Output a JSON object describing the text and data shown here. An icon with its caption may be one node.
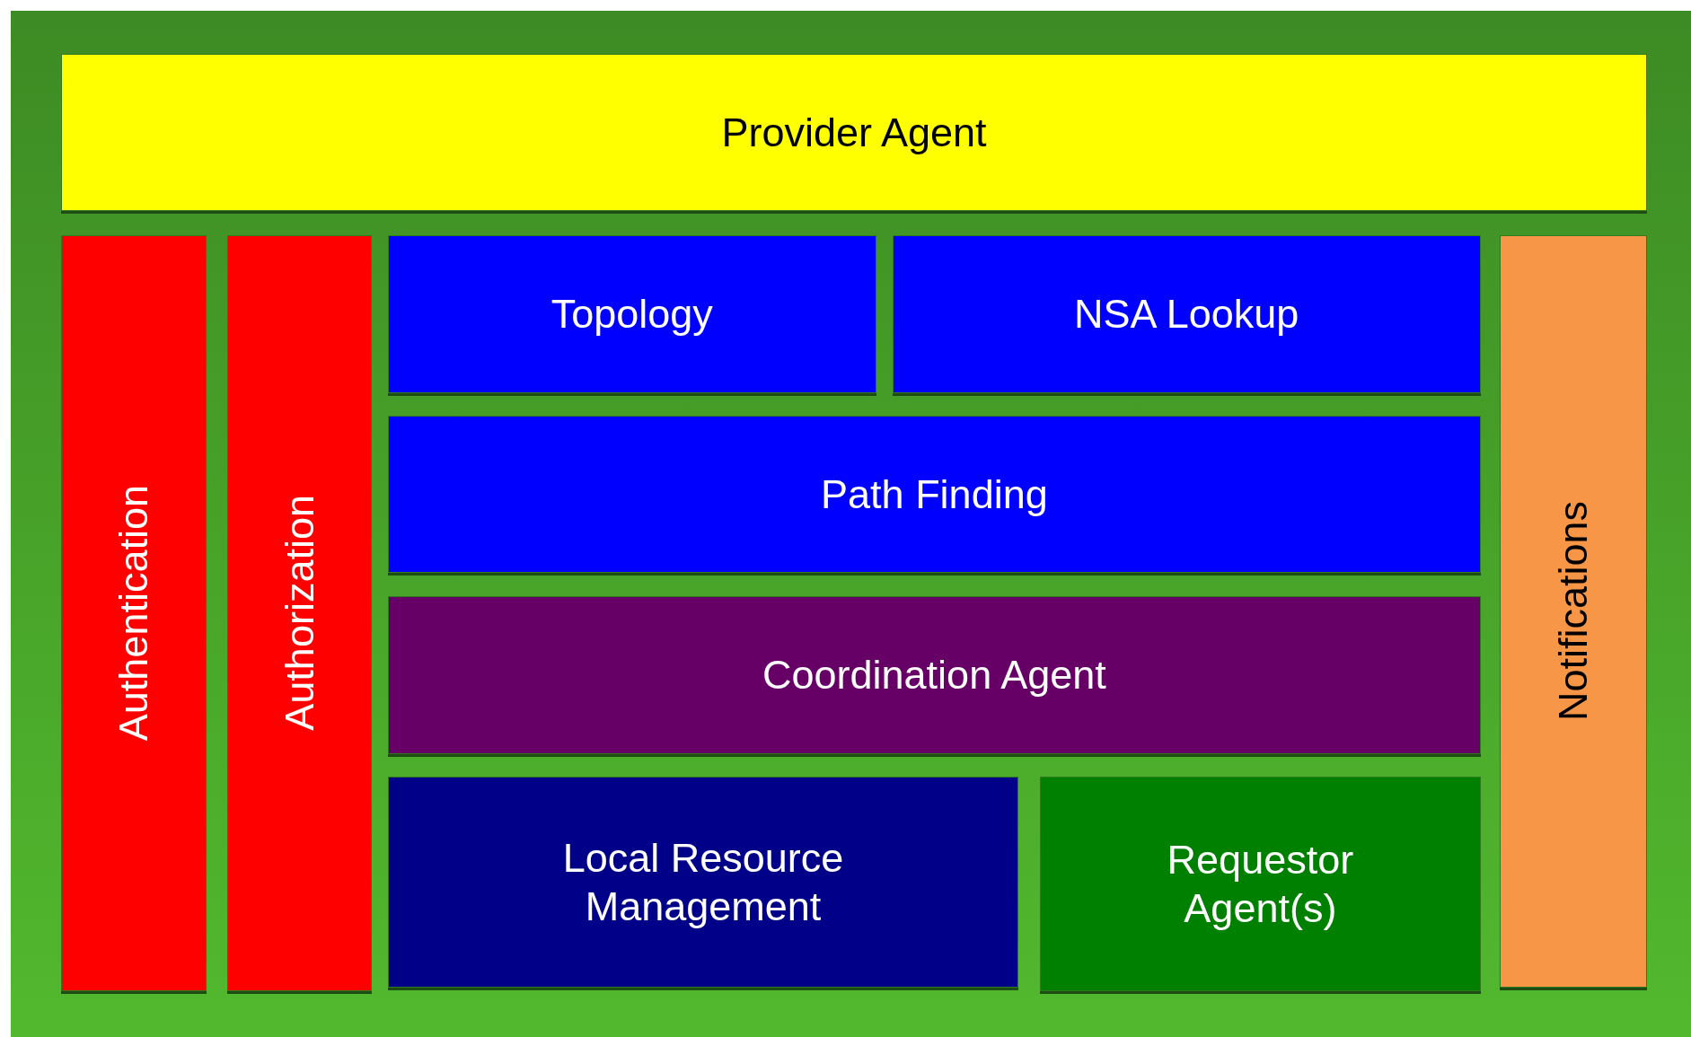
{
  "diagram": {
    "nodes": [
      {
        "text": [
          "Provider Agent"
        ]
      },
      {
        "text": [
          "Authentication"
        ]
      },
      {
        "text": [
          "Authorization"
        ]
      },
      {
        "text": [
          "Topology"
        ]
      },
      {
        "text": [
          "NSA Lookup"
        ]
      },
      {
        "text": [
          "Path Finding"
        ]
      },
      {
        "text": [
          "Coordination Agent"
        ]
      },
      {
        "text": [
          "Local Resource Management"
        ]
      },
      {
        "text": [
          "Requestor Agent(s)"
        ]
      },
      {
        "text": [
          "Notifications"
        ]
      }
    ]
  }
}
